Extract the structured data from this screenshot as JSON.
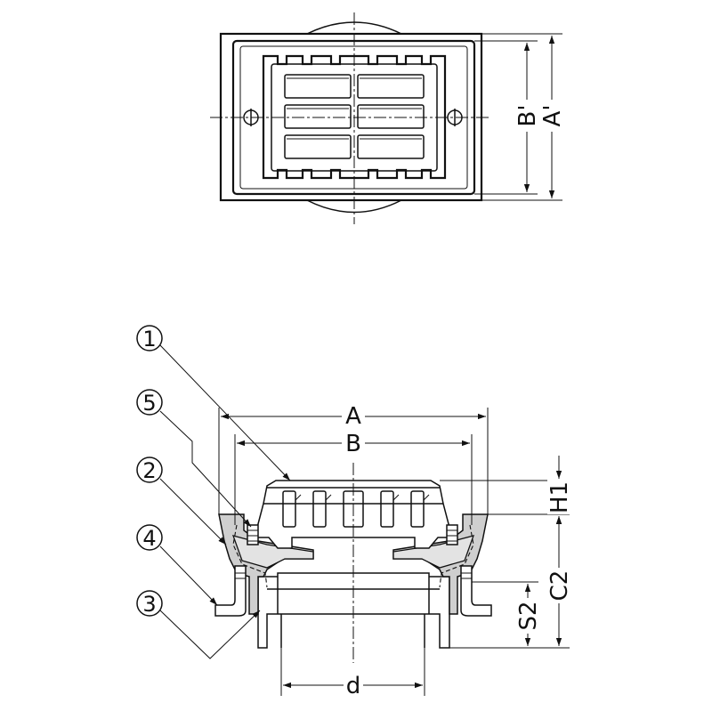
{
  "top_view": {
    "dim_outer": "A'",
    "dim_inner": "B'"
  },
  "section_view": {
    "dim_width_outer": "A",
    "dim_width_inner": "B",
    "dim_grate_height": "H1",
    "dim_body_height": "C2",
    "dim_socket_depth": "S2",
    "dim_pipe_diameter": "d"
  },
  "callouts": [
    "1",
    "5",
    "2",
    "4",
    "3"
  ]
}
